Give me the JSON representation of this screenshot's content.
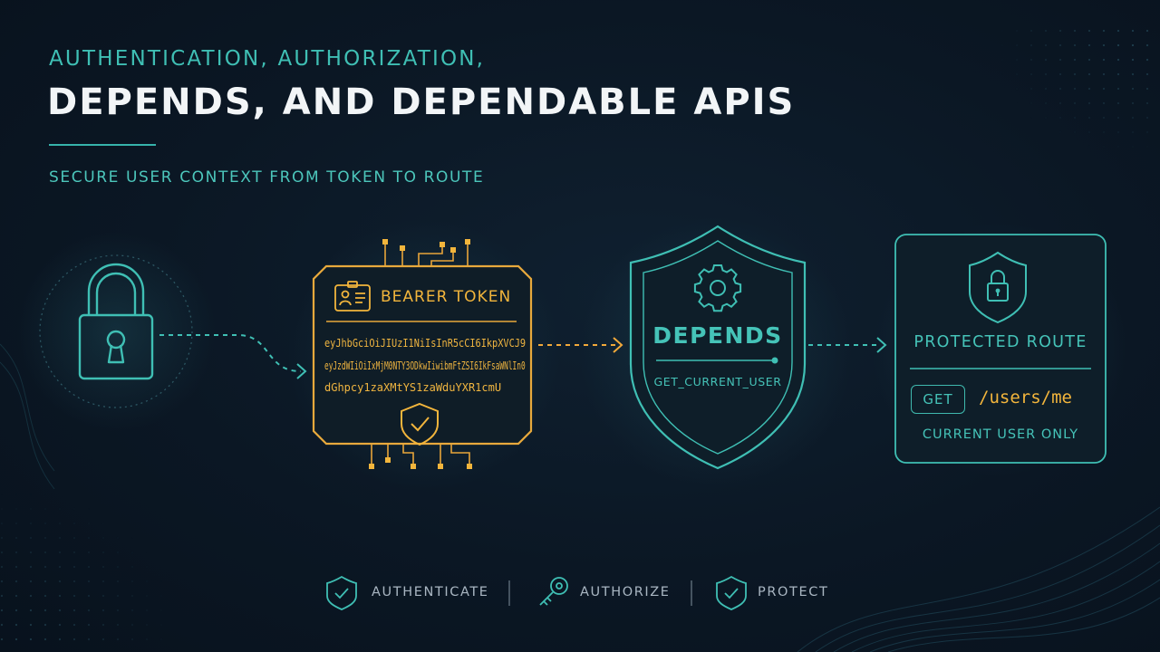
{
  "header": {
    "eyebrow": "AUTHENTICATION, AUTHORIZATION,",
    "title": "DEPENDS, AND DEPENDABLE APIS",
    "subtitle": "SECURE USER CONTEXT FROM TOKEN TO ROUTE"
  },
  "flow": {
    "lock": {
      "icon": "padlock-icon"
    },
    "token": {
      "icon": "id-badge-icon",
      "label": "BEARER TOKEN",
      "lines": [
        "eyJhbGciOiJIUzI1NiIsInR5cCI6IkpXVCJ9",
        "eyJzdWIiOiIxMjM0NTY3ODkwIiwibmFtZSI6IkFsaWNlIn0",
        "dGhpcy1zaXMtYS1zaWduYXR1cmU"
      ],
      "badge_icon": "shield-check-icon"
    },
    "depends": {
      "icon": "gear-icon",
      "label": "DEPENDS",
      "function": "GET_CURRENT_USER"
    },
    "route": {
      "icon": "shield-lock-icon",
      "label": "PROTECTED ROUTE",
      "method": "GET",
      "path": "/users/me",
      "note": "CURRENT USER ONLY"
    }
  },
  "footer": {
    "items": [
      {
        "label": "AUTHENTICATE",
        "icon": "shield-check-icon"
      },
      {
        "label": "AUTHORIZE",
        "icon": "key-icon"
      },
      {
        "label": "PROTECT",
        "icon": "shield-check-icon"
      }
    ]
  },
  "colors": {
    "background": "#0b1624",
    "teal": "#3fbfb4",
    "amber": "#f2b53c",
    "title": "#f2f5f7",
    "muted": "#a9b6c2"
  }
}
